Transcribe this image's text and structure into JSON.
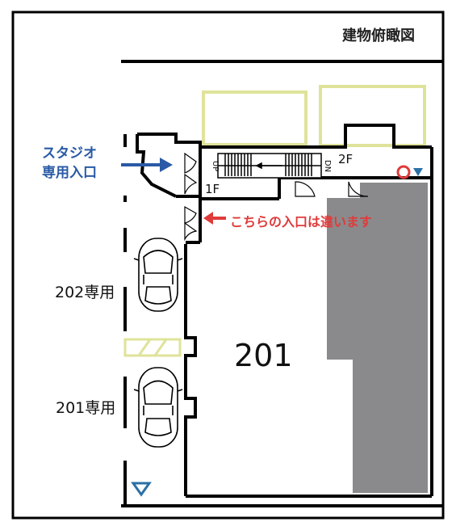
{
  "map": {
    "title": "建物俯瞰図",
    "studio_entrance_line1": "スタジオ",
    "studio_entrance_line2": "専用入口",
    "wrong_entrance_note": "こちらの入口は違います",
    "floor_1": "1F",
    "floor_2": "2F",
    "stairs_up": "UP",
    "stairs_down": "DN",
    "parking_202": "202専用",
    "parking_201": "201専用",
    "room_number": "201"
  },
  "colors": {
    "frame": "#000000",
    "wall": "#000000",
    "studio_arrow": "#2a5aa6",
    "wrong_arrow": "#e03a3a",
    "gray_area": "#8a8a8c",
    "yellow_outline": "#dfe39a",
    "marker_red": "#e03a3a",
    "marker_blue": "#2a70a6"
  }
}
